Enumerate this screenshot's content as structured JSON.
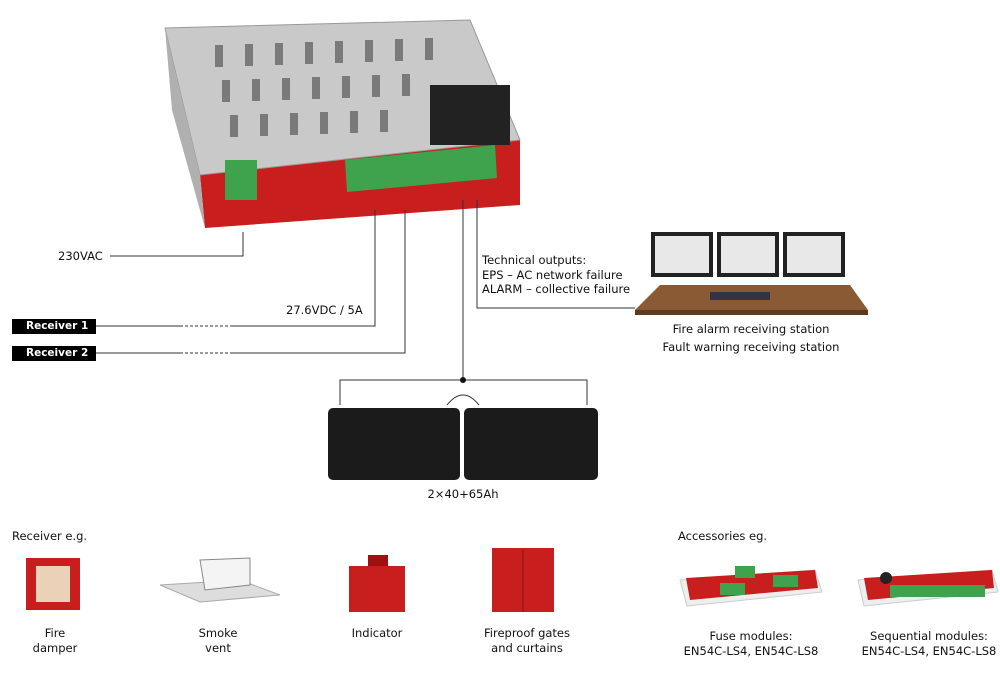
{
  "power_supply": {
    "input_label": "230VAC",
    "output_label": "27.6VDC / 5A"
  },
  "receivers": [
    {
      "label": "Receiver 1"
    },
    {
      "label": "Receiver 2"
    }
  ],
  "technical_outputs": {
    "title": "Technical outputs:",
    "lines": [
      "EPS – AC network failure",
      "ALARM – collective failure"
    ]
  },
  "station": {
    "lines": [
      "Fire alarm receiving station",
      "Fault warning receiving station"
    ]
  },
  "batteries": {
    "label": "2×40+65Ah"
  },
  "receiver_examples": {
    "title": "Receiver e.g.",
    "items": [
      {
        "line1": "Fire",
        "line2": "damper"
      },
      {
        "line1": "Smoke",
        "line2": "vent"
      },
      {
        "line1": "Indicator"
      },
      {
        "line1": "Fireproof gates",
        "line2": "and curtains"
      }
    ]
  },
  "accessories": {
    "title": "Accessories eg.",
    "items": [
      {
        "line1": "Fuse modules:",
        "line2": "EN54C-LS4, EN54C-LS8"
      },
      {
        "line1": "Sequential modules:",
        "line2": "EN54C-LS4, EN54C-LS8"
      }
    ]
  },
  "colors": {
    "pcb": "#d42020",
    "terminal": "#3fa34d",
    "desk": "#8a5a35"
  }
}
